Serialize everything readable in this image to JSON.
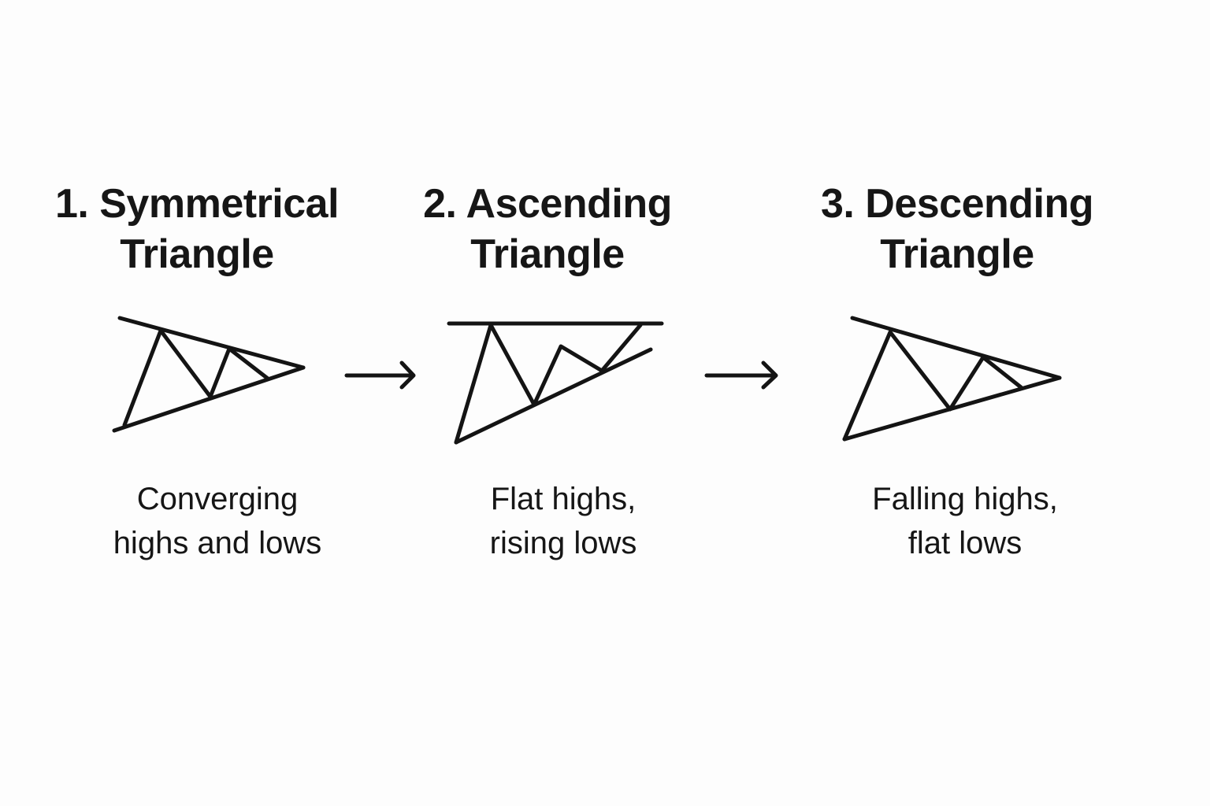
{
  "colors": {
    "background": "#fdfdfd",
    "ink": "#141414"
  },
  "panels": [
    {
      "title_line1": "1. Symmetrical",
      "title_line2": "Triangle",
      "caption_line1": "Converging",
      "caption_line2": "highs and lows",
      "icon": "symmetrical-triangle-icon"
    },
    {
      "title_line1": "2. Ascending",
      "title_line2": "Triangle",
      "caption_line1": "Flat highs,",
      "caption_line2": "rising lows",
      "icon": "ascending-triangle-icon"
    },
    {
      "title_line1": "3. Descending",
      "title_line2": "Triangle",
      "caption_line1": "Falling highs,",
      "caption_line2": "flat lows",
      "icon": "descending-triangle-icon"
    }
  ],
  "connectors": [
    {
      "icon": "arrow-right-icon"
    },
    {
      "icon": "arrow-right-icon"
    }
  ]
}
